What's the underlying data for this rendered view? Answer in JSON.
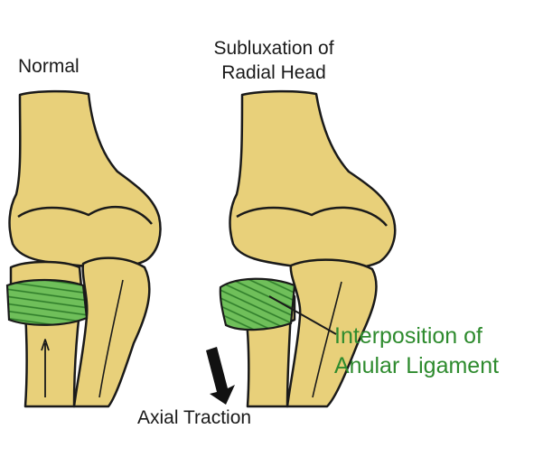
{
  "labels": {
    "normal": "Normal",
    "subluxation_line1": "Subluxation of",
    "subluxation_line2": "Radial Head",
    "interposition_line1": "Interposition of",
    "interposition_line2": "Anular Ligament",
    "axial_traction": "Axial Traction"
  },
  "colors": {
    "bone": "#e8d07a",
    "bone_outline": "#1a1a1a",
    "ligament": "#6fbf5a",
    "ligament_stripe": "#2f7d2a",
    "label_text": "#1a1a1a",
    "ligament_label": "#2e8b2e",
    "arrow": "#111111"
  }
}
